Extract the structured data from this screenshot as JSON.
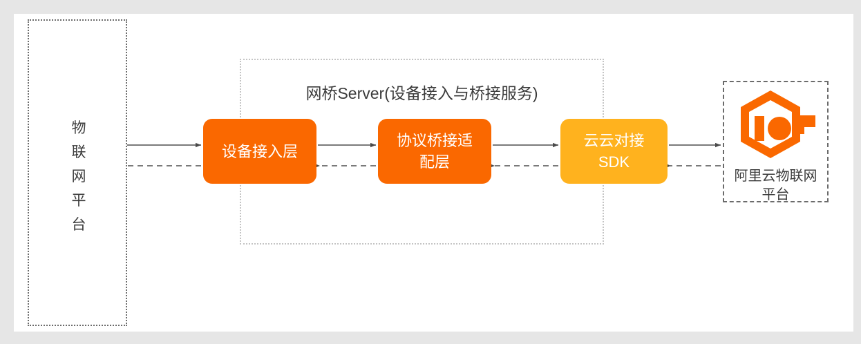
{
  "page": {
    "background_color": "#e6e6e6",
    "canvas_color": "#ffffff"
  },
  "diagram": {
    "type": "flow-diagram",
    "title": "网桥Server(设备接入与桥接服务)",
    "left_zone": {
      "label": "物\n联\n网\n平\n台",
      "label_plain": "物联网平台",
      "border_style": "dotted",
      "border_color": "#6b6b6b"
    },
    "bridge_zone": {
      "title": "网桥Server(设备接入与桥接服务)",
      "border_style": "dotted",
      "border_color": "#c4c4c4",
      "nodes": [
        {
          "id": "device-access",
          "label": "设备接入层",
          "color": "#fa6800",
          "text_color": "#ffffff"
        },
        {
          "id": "protocol-bridge",
          "label": "协议桥接适\n配层",
          "label_plain": "协议桥接适配层",
          "color": "#fa6800",
          "text_color": "#ffffff"
        },
        {
          "id": "cloud-sdk",
          "label": "云云对接\nSDK",
          "label_plain": "云云对接SDK",
          "color": "#ffb21e",
          "text_color": "#ffffff"
        }
      ]
    },
    "right_zone": {
      "label": "阿里云物联网\n平台",
      "label_plain": "阿里云物联网平台",
      "logo_name": "aliyun-iot-logo",
      "logo_text": "IoT",
      "logo_color": "#fa6800",
      "border_style": "dashed",
      "border_color": "#6b6b6b"
    },
    "connectors": {
      "forward_style": "solid",
      "reverse_style": "dashed",
      "line_color": "#595959",
      "segments": [
        {
          "from": "物联网平台",
          "to": "设备接入层",
          "direction": "forward"
        },
        {
          "from": "设备接入层",
          "to": "物联网平台",
          "direction": "reverse"
        },
        {
          "from": "设备接入层",
          "to": "协议桥接适配层",
          "direction": "forward"
        },
        {
          "from": "协议桥接适配层",
          "to": "设备接入层",
          "direction": "reverse"
        },
        {
          "from": "协议桥接适配层",
          "to": "云云对接SDK",
          "direction": "forward"
        },
        {
          "from": "云云对接SDK",
          "to": "协议桥接适配层",
          "direction": "reverse"
        },
        {
          "from": "云云对接SDK",
          "to": "阿里云物联网平台",
          "direction": "forward"
        },
        {
          "from": "阿里云物联网平台",
          "to": "云云对接SDK",
          "direction": "reverse"
        }
      ]
    }
  }
}
